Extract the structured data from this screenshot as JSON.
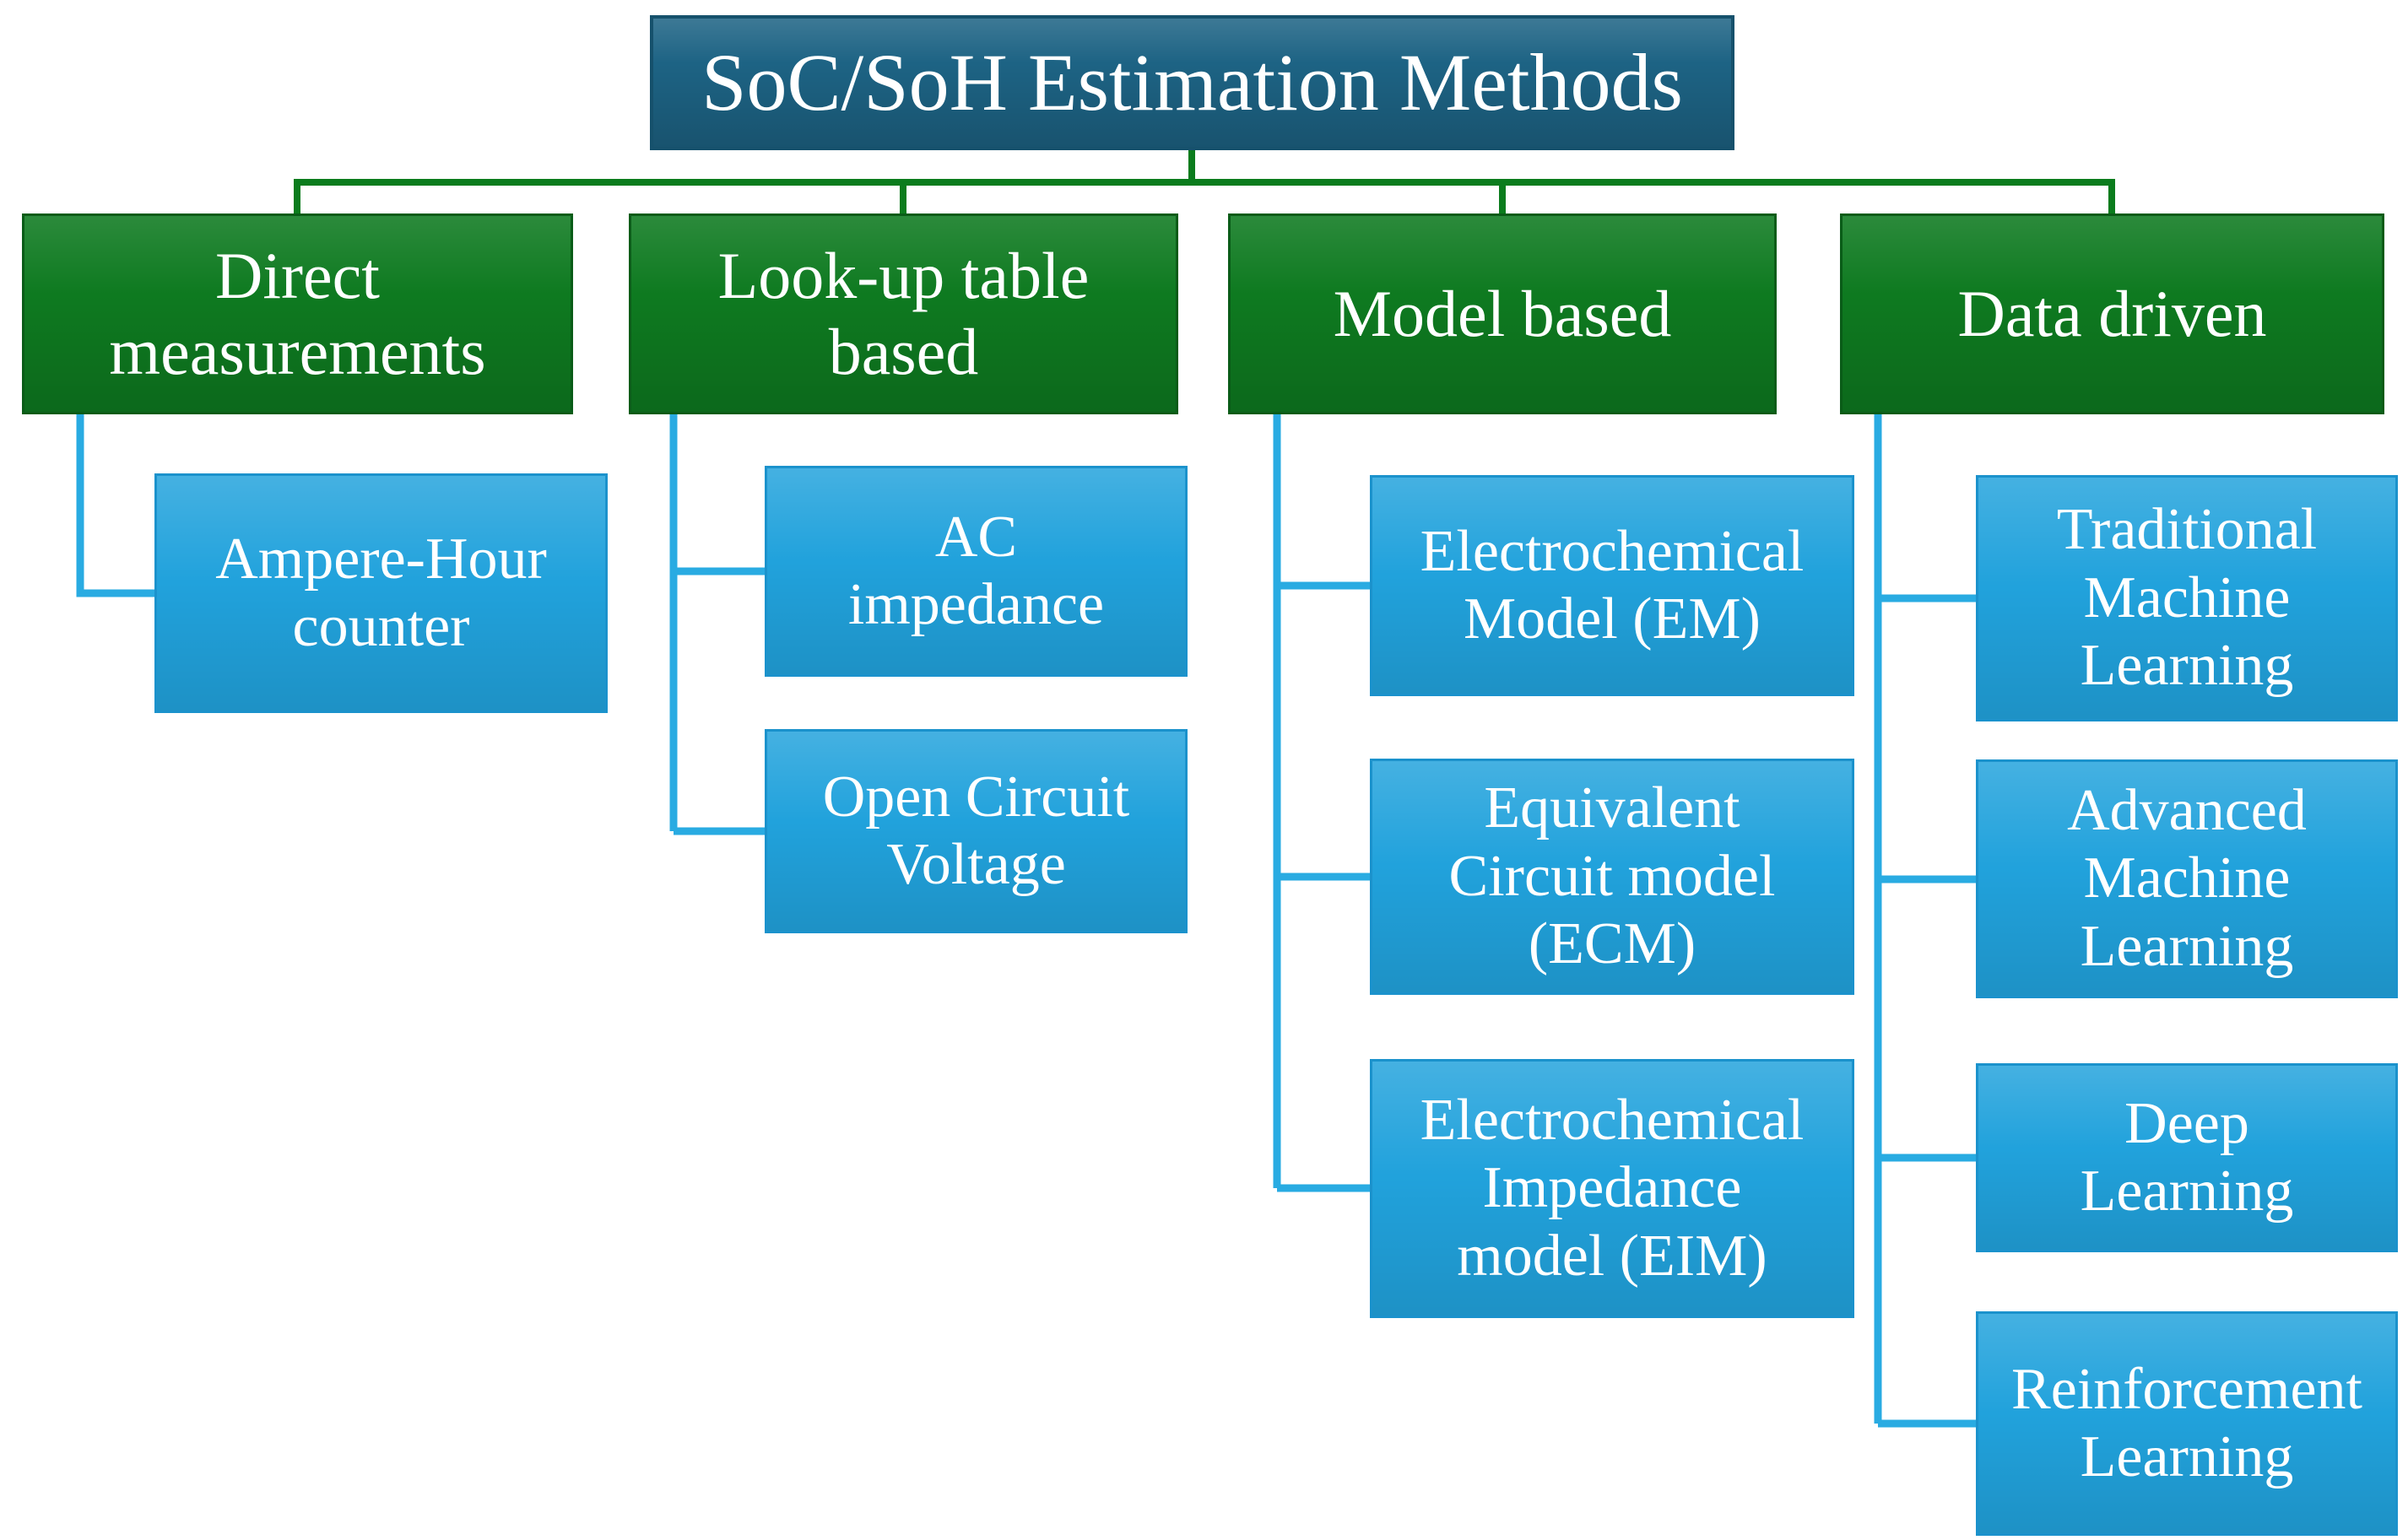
{
  "diagram": {
    "root": {
      "label": "SoC/SoH Estimation Methods"
    },
    "branches": [
      {
        "label": "Direct\nmeasurements",
        "children": [
          {
            "label": "Ampere-Hour\ncounter"
          }
        ]
      },
      {
        "label": "Look-up table\nbased",
        "children": [
          {
            "label": "AC\nimpedance"
          },
          {
            "label": "Open Circuit\nVoltage"
          }
        ]
      },
      {
        "label": "Model based",
        "children": [
          {
            "label": "Electrochemical\nModel (EM)"
          },
          {
            "label": "Equivalent\nCircuit model\n(ECM)"
          },
          {
            "label": "Electrochemical\nImpedance\nmodel (EIM)"
          }
        ]
      },
      {
        "label": "Data driven",
        "children": [
          {
            "label": "Traditional\nMachine\nLearning"
          },
          {
            "label": "Advanced\nMachine\nLearning"
          },
          {
            "label": "Deep\nLearning"
          },
          {
            "label": "Reinforcement\nLearning"
          }
        ]
      }
    ],
    "colors": {
      "root_fill": "#1d6384",
      "branch_fill": "#0e7a20",
      "child_fill": "#21a2dc",
      "branch_connector": "#0b7c1d",
      "child_connector": "#29abe2",
      "text": "#ffffff"
    }
  }
}
